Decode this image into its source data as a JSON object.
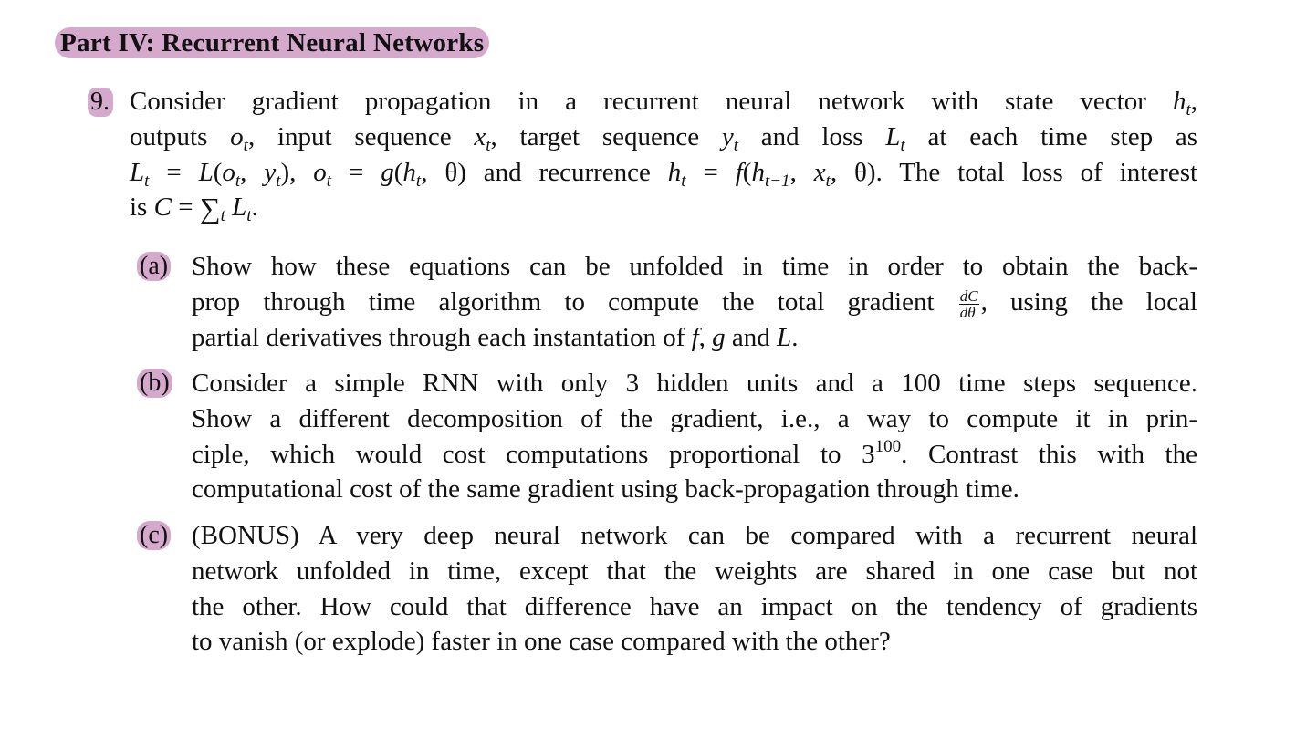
{
  "section": {
    "title": "Part IV: Recurrent Neural Networks",
    "highlight_color": "#d4a9cc"
  },
  "problem": {
    "number": "9.",
    "stem_lines": [
      [
        "Consider gradient propagation in a recurrent neural network with state vector ",
        {
          "var": "h",
          "sub": "t"
        },
        ","
      ],
      [
        "outputs ",
        {
          "var": "o",
          "sub": "t"
        },
        ", input sequence ",
        {
          "var": "x",
          "sub": "t"
        },
        ", target sequence ",
        {
          "var": "y",
          "sub": "t"
        },
        " and loss ",
        {
          "var": "L",
          "sub": "t"
        },
        " at each time step as"
      ],
      [
        {
          "var": "L",
          "sub": "t"
        },
        " = ",
        {
          "var": "L"
        },
        "(",
        {
          "var": "o",
          "sub": "t"
        },
        ", ",
        {
          "var": "y",
          "sub": "t"
        },
        "), ",
        {
          "var": "o",
          "sub": "t"
        },
        " = ",
        {
          "var": "g"
        },
        "(",
        {
          "var": "h",
          "sub": "t"
        },
        ", θ) and recurrence ",
        {
          "var": "h",
          "sub": "t"
        },
        " = ",
        {
          "var": "f"
        },
        "(",
        {
          "var": "h",
          "sub": "t−1"
        },
        ", ",
        {
          "var": "x",
          "sub": "t"
        },
        ", θ). The total loss of interest"
      ],
      [
        "is ",
        {
          "var": "C"
        },
        " = ",
        {
          "sum": "∑",
          "sub": "t"
        },
        " ",
        {
          "var": "L",
          "sub": "t"
        },
        "."
      ]
    ],
    "stem_plain": "Consider gradient propagation in a recurrent neural network with state vector h_t, outputs o_t, input sequence x_t, target sequence y_t and loss L_t at each time step as L_t = L(o_t, y_t), o_t = g(h_t, θ) and recurrence h_t = f(h_{t−1}, x_t, θ). The total loss of interest is C = ∑_t L_t.",
    "parts": [
      {
        "label": "(a)",
        "lines": [
          "Show how these equations can be unfolded in time in order to obtain the back-",
          "prop through time algorithm to compute the total gradient dC/dθ, using the local",
          "partial derivatives through each instantation of f, g and L."
        ],
        "fraction": {
          "numerator": "dC",
          "denominator": "dθ"
        }
      },
      {
        "label": "(b)",
        "lines": [
          "Consider a simple RNN with only 3 hidden units and a 100 time steps sequence.",
          "Show a different decomposition of the gradient, i.e., a way to compute it in prin-",
          "ciple, which would cost computations proportional to 3^100. Contrast this with the",
          "computational cost of the same gradient using back-propagation through time."
        ],
        "power": {
          "base": "3",
          "exponent": "100"
        }
      },
      {
        "label": "(c)",
        "lines": [
          "(BONUS) A very deep neural network can be compared with a recurrent neural",
          "network unfolded in time, except that the weights are shared in one case but not",
          "the other. How could that difference have an impact on the tendency of gradients",
          "to vanish (or explode) faster in one case compared with the other?"
        ]
      }
    ]
  },
  "text": {
    "s1a": "Consider gradient propagation in a recurrent neural network with state vector ",
    "s2a": "outputs ",
    "s2b": ", input sequence ",
    "s2c": ", target sequence ",
    "s2d": " and loss ",
    "s2e": " at each time step as",
    "s3a": " = ",
    "s3b": "(",
    "s3c": ", ",
    "s3d": "), ",
    "s3e": ", θ) and recurrence ",
    "s3f": ", θ). The total loss of interest",
    "s4a": "is ",
    "s4b": ".",
    "sub_t": "t",
    "sub_tm1": "t−1",
    "var_h": "h",
    "var_o": "o",
    "var_x": "x",
    "var_y": "y",
    "var_L": "L",
    "var_g": "g",
    "var_f": "f",
    "var_C": "C",
    "sum": "∑",
    "comma": ",",
    "a1": "Show how these equations can be unfolded in time in order to obtain the back-",
    "a2a": "prop through time algorithm to compute the total gradient ",
    "a2b": ", using the local",
    "a3a": "partial derivatives through each instantation of ",
    "a3b": ", ",
    "a3c": " and ",
    "a3d": ".",
    "frac_num": "dC",
    "frac_den": "dθ",
    "b1": "Consider a simple RNN with only 3 hidden units and a 100 time steps sequence.",
    "b2": "Show a different decomposition of the gradient, i.e., a way to compute it in prin-",
    "b3a": "ciple, which would cost computations proportional to 3",
    "b3exp": "100",
    "b3b": ". Contrast this with the",
    "b4": "computational cost of the same gradient using back-propagation through time.",
    "c1": "(BONUS) A very deep neural network can be compared with a recurrent neural",
    "c2": "network unfolded in time, except that the weights are shared in one case but not",
    "c3": "the other. How could that difference have an impact on the tendency of gradients",
    "c4": "to vanish (or explode) faster in one case compared with the other?"
  }
}
